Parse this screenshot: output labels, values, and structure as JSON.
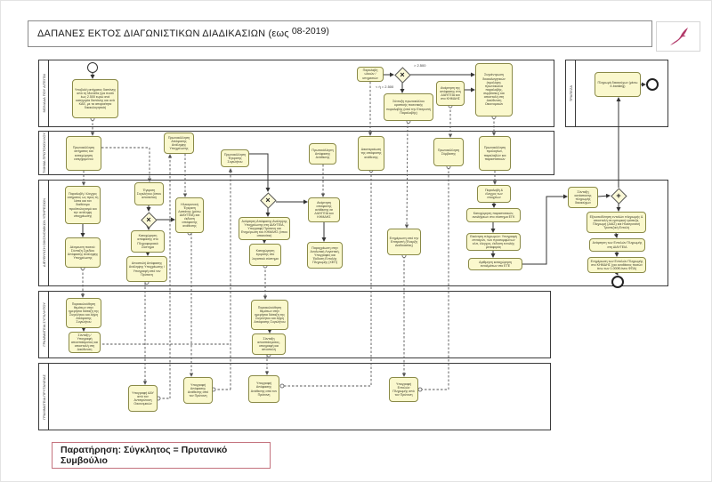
{
  "title": {
    "main": "ΔΑΠΑΝΕΣ ΕΚΤΟΣ ΔΙΑΓΩΝΙΣΤΙΚΩΝ ΔΙΑΔΙΚΑΣΙΩΝ (εως",
    "period": "08-2019)"
  },
  "logo": {
    "name": "university-dolphin-logo",
    "color": "#b23a6a"
  },
  "note": {
    "text": "Παρατήρηση: Σύγκλητος = Πρυτανικό Συμβούλιο",
    "border_color": "#c4737e"
  },
  "colors": {
    "task_fill": "#faf8cd",
    "task_border": "#8a8a48",
    "lane_border": "#3a3a3a"
  },
  "conditions": {
    "gt": "> 2.500",
    "lte": "< ή = 2.500"
  },
  "symbols": {
    "x": "×",
    "plus": "+"
  },
  "lanes": [
    {
      "label": "ΜΟΝΑΔΑ ΠΟΥ ΑΙΤΕΙΤΑΙ"
    },
    {
      "label": "ΤΜΗΜΑ ΠΡΩΤΟΚΟΛΛΟΥ"
    },
    {
      "label": "ΔΙΕΥΘΥΝΣΗ ΟΙΚΟΝΟΜΙΚΩΝ ΥΠΗΡΕΣΙΩΝ"
    },
    {
      "label": "ΓΡΑΜΜΑΤΕΙΑ ΣΥΓΚΛΗΤΟΥ"
    },
    {
      "label": "ΓΡΑΜΜΑΤΕΙΑ ΠΡΥΤΑΝΕΙΑΣ"
    },
    {
      "label": "ΤΡΑΠΕΖΑ"
    }
  ],
  "nodes": {
    "n2": "Υποβολή αιτήματος δαπάνης από τη Μονάδα (για ποσά έως 2.500 ευρώ ανά κατηγορία δαπάνης και ανά ΚΑΕ, με τα απαραίτητα δικαιολογητικά)",
    "n3": "Παραλαβή υλικών / υπηρεσιών",
    "n5": "Σύνταξη πρωτοκόλλου οριστικής ποσοτικής παραλαβής (από την Επιτροπή Παραλαβής)",
    "n6": "Ανάρτηση της απόφασης στη ΔΙΑΥΓΕΙΑ και στο ΚΗΜΔΗΣ",
    "n7": "Συγκέντρωση δικαιολογητικών (τιμολόγια, πρωτόκολλα παραλαβής, συμβάσεις) και αποστολή στη Διεύθυνση Οικονομικών",
    "n8": "Πρωτοκόλληση αιτήματος και καταχώρηση εισερχομένου",
    "n9": "Πρωτοκόλληση Απόφασης Ανάληψης Υποχρέωσης",
    "n10": "Πρωτοκόλληση Έγκρισης Συγκλήτου",
    "n11": "Πρωτοκόλληση Απόφασης Ανάθεσης",
    "n12": "Διεκπεραίωση της απόφασης ανάθεσης",
    "n13": "Πρωτοκόλληση Σύμβασης",
    "n14": "Πρωτοκόλληση τιμολογίων, παραλαβών και παραστατικών",
    "n15": "Παραλαβή / έλεγχος αιτήματος ως προς τη λίστα και τον διαθέσιμο προϋπολογισμό και την ανάληψη υποχρέωσης",
    "n16": "Δέσμευση ποσού: Σύνταξη Σχεδίου Απόφασης Ανάληψης Υποχρέωσης",
    "n17": "Έγκριση Συγκλήτου (όπου απαιτείται)",
    "n19": "Καταχώρηση απόφασης στο Πληροφοριακό Σύστημα",
    "n20": "Αποστολή Απόφασης Ανάληψης Υποχρέωσης / Υπογραφή από τον Πρύτανη",
    "n21": "Ηλεκτρονική Έγκριση Δαπάνης (μέσω ΔΙΑΥΓΕΙΑ) και έκδοση απόφασης ανάθεσης",
    "n23": "Ανάρτηση Απόφασης Ανάληψης Υποχρέωσης στη ΔΙΑΥΓΕΙΑ, Υπογραφή Πρύτανη και Ενημέρωση του ΚΗΜΔΗΣ (όπου απαιτείται)",
    "n24": "Καταχώρηση έγκρισης στο λογιστικό σύστημα",
    "n25": "Ανάρτηση απόφασης ανάθεσης σε ΔΙΑΥΓΕΙΑ και ΚΗΜΔΗΣ",
    "n26": "Παραχρέωση στην Αναλυτική Λογιστική, Υπογραφές και Έκδοση Εντολής Πληρωμής (ΧΕΠ)",
    "n27": "Ενημέρωση από την Επιτροπή (Έναρξη Διαδικασίας)",
    "n28": "Παραλαβή & έλεγχος των στοιχείων",
    "n29": "Καταχώρηση παραστατικών, αναλήψεων στο σύστημα ΕΓΚ",
    "n30": "Εκκίνηση πληρωμών: Υπογραφή επιταγών, των προσυμφώνων κλπ, έλεγχος, έκδοση εντολής μεταφοράς",
    "n31": "Αρίθμηση καταχώρηση ενταλμάτων στο ΕΤΕ",
    "n32": "Σύνταξη κατάστασης πληρωμής δικαιούχων",
    "n34": "Εξουσιοδότηση εντολών πληρωμής & αποστολή σε εμπορική τράπεζα, Πληρωμή (ΔΙΑΣ) και Ηλεκτρονική Τραπεζική Εντολή",
    "n35": "Ανάρτηση των Εντολών Πληρωμής στη ΔΙΑΥΓΕΙΑ",
    "n36": "Ενημέρωση των Εντολών Πληρωμής στο ΚΗΜΔΗΣ (για αναθέσεις ποσών άνω των 1.000€ άνευ ΦΠΑ)",
    "n38": "Παρακολούθηση θεμάτων στην ημερήσια διάταξη της Συγκλήτου και λήψη Απόφασης Συγκλήτου",
    "n39": "Σύνταξη / Υπογραφή αποσπάσματος και αποστολή στη Διεύθυνση",
    "n40": "Παρακολούθηση θεμάτων στην ημερήσια διάταξη της Συγκλήτου και λήψη Απόφασης Συγκλήτου",
    "n41": "Σύνταξη αποσπάσματος, υπογραφή και αποστολή",
    "n42": "Υπογραφή ΑΑΥ από τον Αντιπρύτανη Οικονομικών",
    "n43": "Υπογραφή Απόφασης Ανάθεσης από τον Πρύτανη",
    "n44": "Υπογραφή Απόφασης Ανάθεσης από τον Πρύτανη",
    "n45": "Υπογραφή Εντολών Πληρωμής από τον Πρύτανη",
    "n46": "Πληρωμή δικαιούχων (μέσω e-banking)"
  }
}
